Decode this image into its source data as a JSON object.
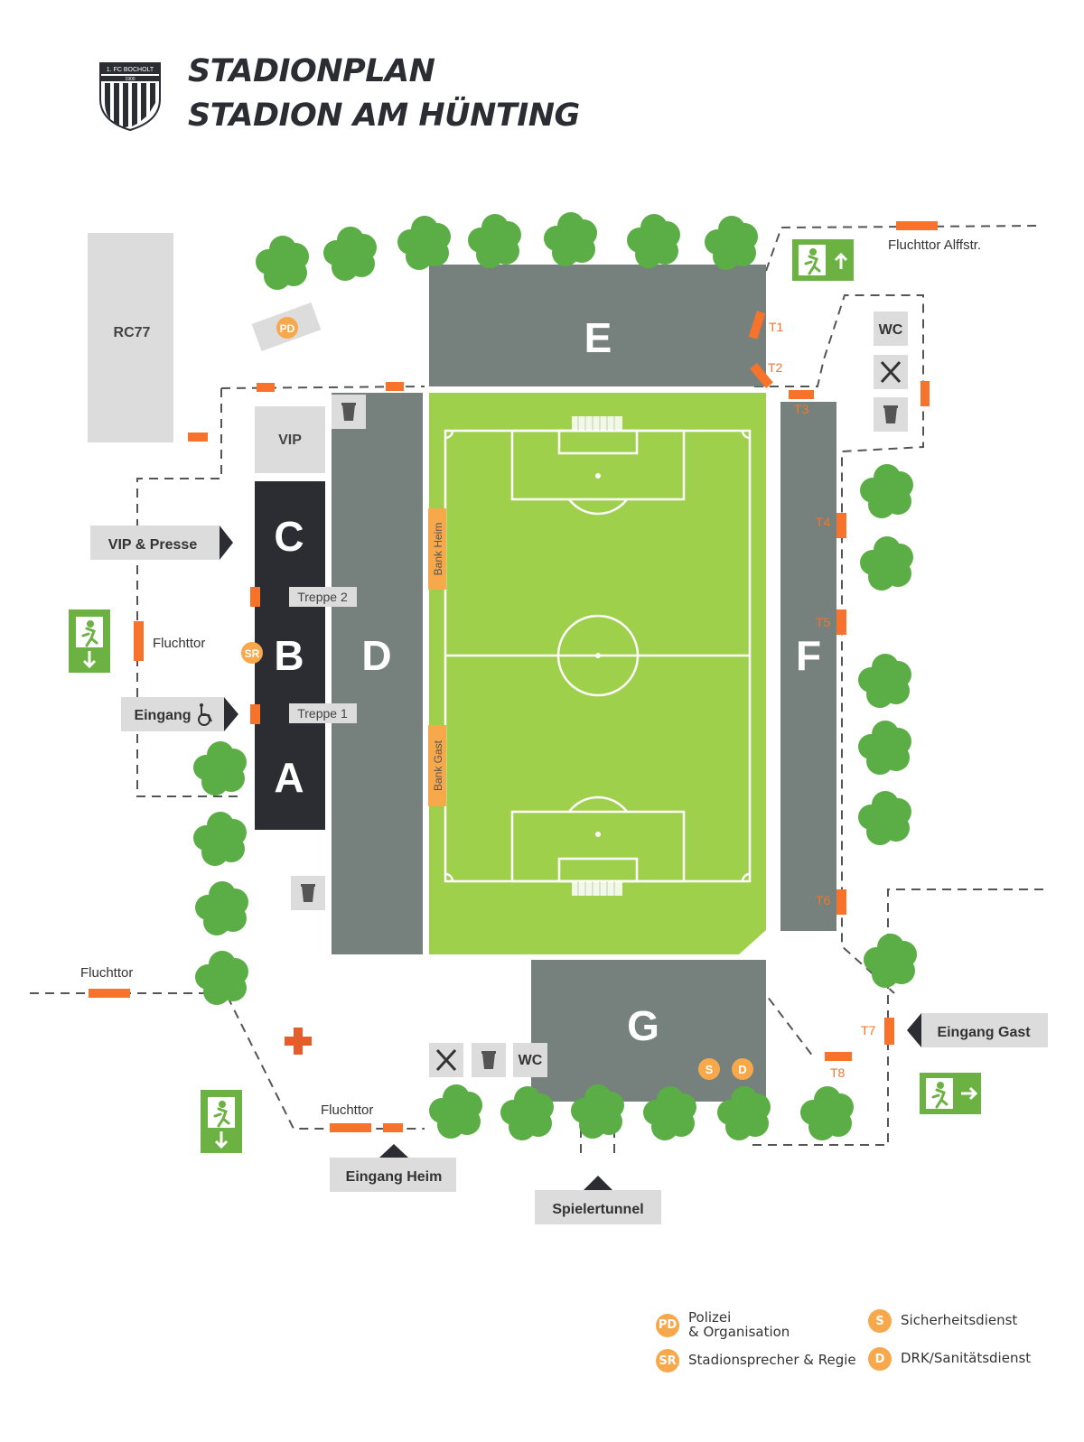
{
  "header": {
    "title_line1": "STADIONPLAN",
    "title_line2": "STADION AM HÜNTING"
  },
  "logo": {
    "text": "1. FC BOCHOLT",
    "year": "1900"
  },
  "stands": {
    "A": "A",
    "B": "B",
    "C": "C",
    "D": "D",
    "E": "E",
    "F": "F",
    "G": "G"
  },
  "buildings": {
    "rc77": "RC77",
    "vip": "VIP"
  },
  "benches": {
    "home": "Bank Heim",
    "guest": "Bank Gast"
  },
  "stairs": {
    "treppe1": "Treppe 1",
    "treppe2": "Treppe 2"
  },
  "gates": {
    "t1": "T1",
    "t2": "T2",
    "t3": "T3",
    "t4": "T4",
    "t5": "T5",
    "t6": "T6",
    "t7": "T7",
    "t8": "T8"
  },
  "labels": {
    "vip_presse": "VIP & Presse",
    "eingang": "Eingang",
    "fluchttor": "Fluchttor",
    "fluchttor_alffstr": "Fluchttor Alffstr.",
    "eingang_gast": "Eingang Gast",
    "eingang_heim": "Eingang Heim",
    "spielertunnel": "Spielertunnel",
    "wc": "WC"
  },
  "badges": {
    "pd": "PD",
    "sr": "SR",
    "s": "S",
    "d": "D"
  },
  "legend": [
    {
      "badge": "PD",
      "label": "Polizei\n& Organisation"
    },
    {
      "badge": "SR",
      "label": "Stadionsprecher & Regie"
    },
    {
      "badge": "S",
      "label": "Sicherheitsdienst"
    },
    {
      "badge": "D",
      "label": "DRK/Sanitätsdienst"
    }
  ],
  "colors": {
    "stand_grey": "#76817d",
    "stand_dark": "#2b2d33",
    "pitch": "#9fd04c",
    "tree": "#5aae45",
    "gate_orange": "#f7722a",
    "badge_orange": "#f7a84b",
    "exit_green": "#6bb243",
    "first_aid_red": "#e45d2b",
    "label_grey": "#dcdcdc"
  },
  "icons": [
    "wheelchair-icon",
    "trash-bin-icon",
    "cutlery-icon",
    "first-aid-cross-icon",
    "emergency-exit-icon",
    "arrow-icon"
  ]
}
